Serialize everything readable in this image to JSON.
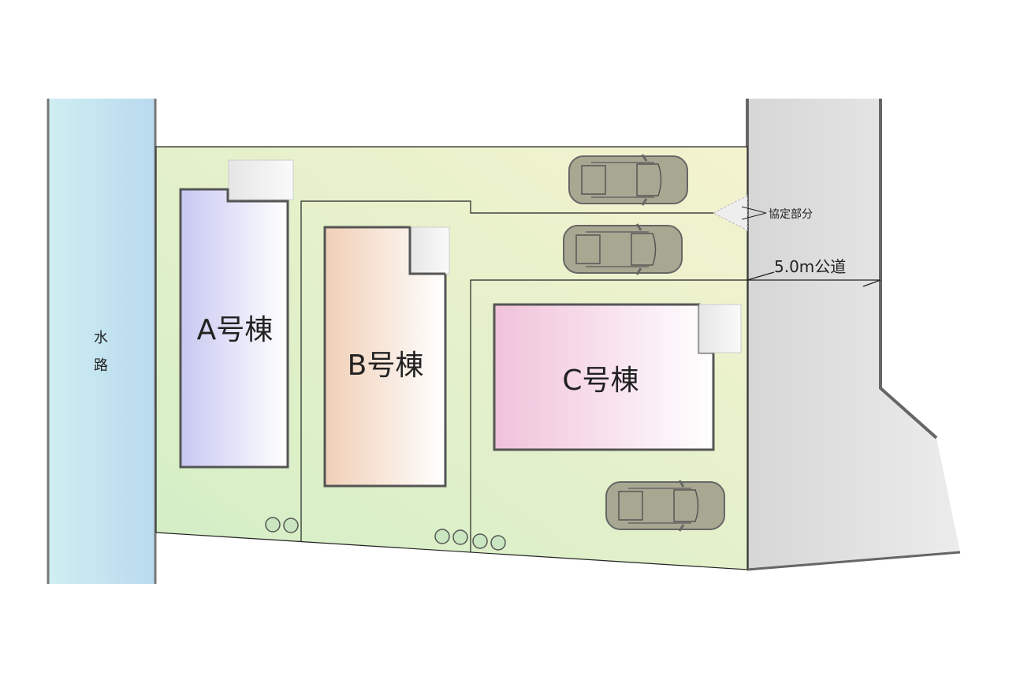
{
  "waterway": {
    "char1": "水",
    "char2": "路"
  },
  "buildings": [
    {
      "label": "A号棟",
      "color": "#c8c8f2"
    },
    {
      "label": "B号棟",
      "color": "#f0cfb6"
    },
    {
      "label": "C号棟",
      "color": "#f0c2da"
    }
  ],
  "road": {
    "label": "5.0m公道"
  },
  "agreement": {
    "label": "協定部分"
  },
  "colors": {
    "lot": "#d9efc9",
    "road": "#d9d9d9",
    "water": "#c5eaf0"
  }
}
